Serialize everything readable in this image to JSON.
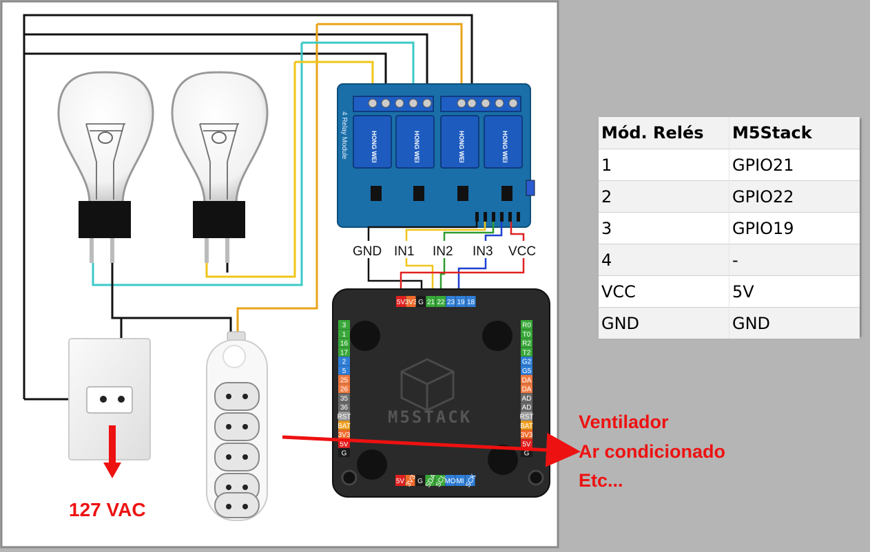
{
  "wire_labels": {
    "gnd": "GND",
    "in1": "IN1",
    "in2": "IN2",
    "in3": "IN3",
    "vcc": "VCC"
  },
  "relay_board_text": "4 Relay Module",
  "relay_brand": "HONG WEI",
  "m5_top_pins": [
    "5V",
    "3V3",
    "G",
    "21",
    "22",
    "23",
    "19",
    "18"
  ],
  "m5_left_pins": [
    "3",
    "1",
    "16",
    "17",
    "2",
    "5",
    "25",
    "26",
    "35",
    "36",
    "RST",
    "BAT",
    "3V3",
    "5V",
    "G"
  ],
  "m5_right_pins": [
    "R0",
    "T0",
    "R2",
    "T2",
    "G2",
    "G5",
    "DA",
    "DA",
    "AD",
    "AD",
    "RST",
    "BAT",
    "3V3",
    "5V",
    "G"
  ],
  "m5_bottom_pins": [
    "5V",
    "3V3",
    "G",
    "SDA",
    "SCL",
    "MO",
    "MI",
    "SCK"
  ],
  "m5_logo": "M5STACK",
  "voltage_label": "127 VAC",
  "appliances": [
    "Ventilador",
    "Ar condicionado",
    "Etc..."
  ],
  "table": {
    "headers": [
      "Mód. Relés",
      "M5Stack"
    ],
    "rows": [
      [
        "1",
        "GPIO21"
      ],
      [
        "2",
        "GPIO22"
      ],
      [
        "3",
        "GPIO19"
      ],
      [
        "4",
        "-"
      ],
      [
        "VCC",
        "5V"
      ],
      [
        "GND",
        "GND"
      ]
    ]
  },
  "colors": {
    "wire_black": "#111111",
    "wire_orange": "#e8a317",
    "wire_cyan": "#3cc8c8",
    "wire_yellow": "#f0c419",
    "wire_green": "#2e9b2e",
    "wire_blue": "#1d3fd1",
    "wire_red": "#e02020",
    "relay_board": "#1a6fa8",
    "m5_body": "#2a2a2a",
    "annotation_red": "#ee1111"
  }
}
